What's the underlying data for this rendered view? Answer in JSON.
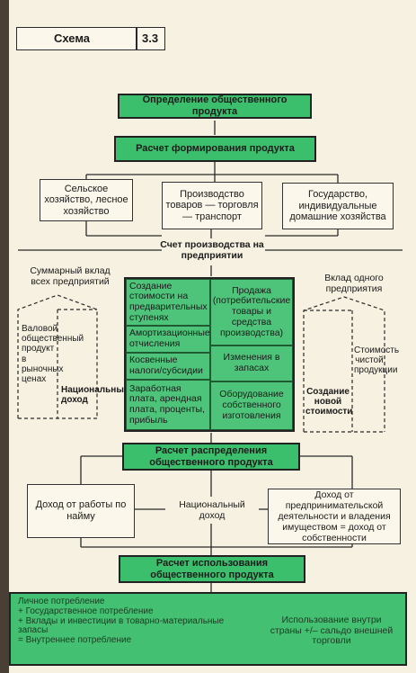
{
  "header": {
    "label": "Схема",
    "number": "3.3"
  },
  "titles": {
    "definition": "Определение общественного продукта",
    "formation": "Расчет формирования продукта",
    "distribution": "Расчет распределения общественного продукта",
    "usage": "Расчет использования общественного продукта"
  },
  "sectors": [
    "Сельское хозяйство, лесное хозяйство",
    "Производство товаров — торговля — транспорт",
    "Государство, индивидуальные домашние хозяйства"
  ],
  "production_account": "Счет производства на предприятии",
  "left_side": {
    "caption": "Суммарный вклад всех предприятий",
    "gross": "Валовой общественный продукт в рыночных ценах",
    "national": "Национальный доход"
  },
  "right_side": {
    "caption": "Вклад одного предприятия",
    "value_creation": "Создание новой стоимости",
    "net_product": "Стоимость чистой продукции"
  },
  "account_left": [
    "Создание стоимости на предварительных ступенях",
    "Амортизационные отчисления",
    "Косвенные налоги/субсидии",
    "Заработная плата, арендная плата, проценты, прибыль"
  ],
  "account_right": [
    "Продажа (потребительские товары и средства производства)",
    "Изменения в запасах",
    "Оборудование собственного изготовления"
  ],
  "income": {
    "labor": "Доход от работы по найму",
    "national": "Национальный доход",
    "enterprise": "Доход от предпринимательской деятельности и владения имуществом = доход от собственности"
  },
  "usage_left": [
    "Личное потребление",
    "+ Государственное потребление",
    "+ Вклады и инвестиции в товарно-материальные запасы",
    "= Внутреннее потребление"
  ],
  "usage_right": "Использование внутри страны +/– сальдо внешней торговли"
}
